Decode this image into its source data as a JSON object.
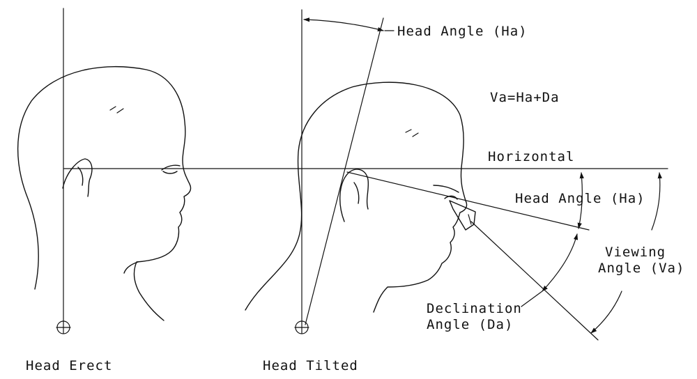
{
  "labels": {
    "head_angle_top": "Head Angle (Ha)",
    "formula": "Va=Ha+Da",
    "horizontal": "Horizontal",
    "head_angle_mid": "Head Angle (Ha)",
    "viewing_line1": "Viewing",
    "viewing_line2": "Angle (Va)",
    "declination_line1": "Declination",
    "declination_line2": "Angle (Da)",
    "head_erect": "Head Erect",
    "head_tilted": "Head Tilted"
  },
  "colors": {
    "ink": "#111111",
    "background": "#ffffff"
  }
}
